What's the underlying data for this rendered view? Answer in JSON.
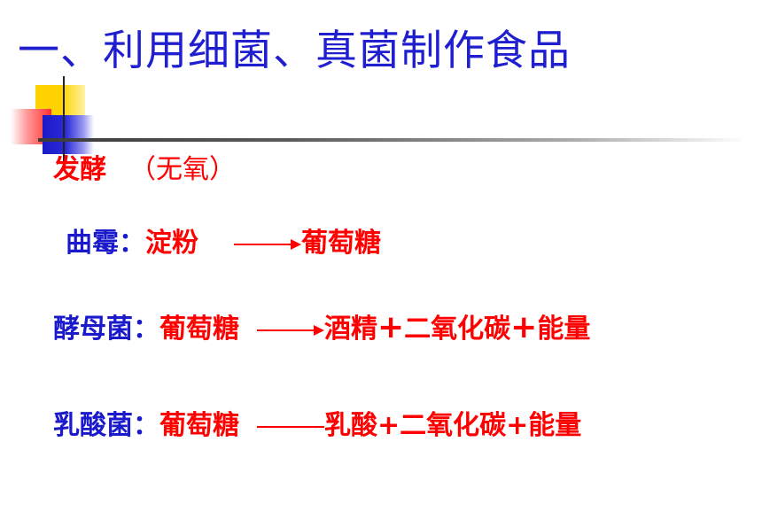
{
  "slide": {
    "title": "一、利用细菌、真菌制作食品",
    "colors": {
      "title": "#1f1fd0",
      "accent_red": "#ff0000",
      "accent_blue": "#1a1acc"
    },
    "section": {
      "label": "发酵",
      "note": "（无氧）"
    },
    "line1": {
      "organism": "曲霉：",
      "substrate": "淀粉",
      "product": "葡萄糖"
    },
    "line2": {
      "organism": "酵母菌：",
      "substrate": "葡萄糖",
      "p1": "酒精",
      "plus1": "+",
      "p2": "二氧化碳",
      "plus2": "+",
      "p3": "能量"
    },
    "line3": {
      "organism": "乳酸菌：",
      "substrate": "葡萄糖",
      "products": "乳酸+二氧化碳+能量"
    }
  }
}
